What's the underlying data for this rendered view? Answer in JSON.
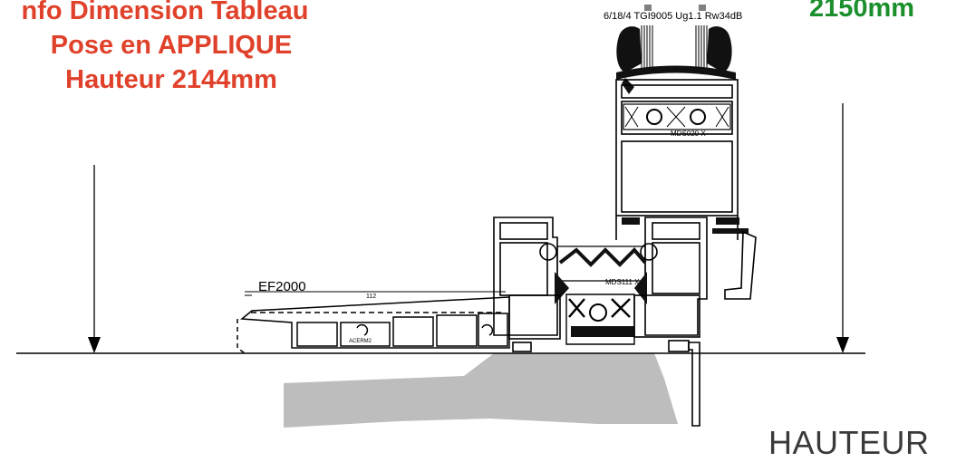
{
  "info": {
    "line1": "nfo Dimension Tableau",
    "line2": "Pose en APPLIQUE",
    "line3": "Hauteur 2144mm"
  },
  "right_dimension": "2150mm",
  "glazing_spec": "6/18/4 TGI9005 Ug1.1 Rw34dB",
  "profiles": {
    "sash_ref": "MDS020 X",
    "frame_ref": "MDS111 X",
    "sill_ref": "EF2000",
    "sill_dim": "112",
    "brand_mark": "ACERM2"
  },
  "corner_label": "HAUTEUR",
  "colors": {
    "info_text": "#e0412a",
    "dimension_text": "#1b8f2c",
    "floor_fill": "#bdbdbd",
    "line": "#000000"
  }
}
